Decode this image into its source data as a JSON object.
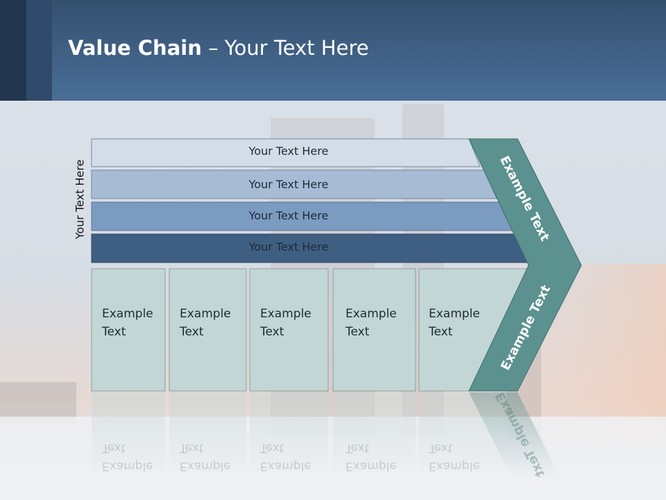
{
  "header": {
    "title_bold": "Value Chain",
    "title_rest": " – Your Text Here"
  },
  "side_label": "Your Text Here",
  "bars": [
    {
      "label": "Your Text Here",
      "color": "#d3dde8"
    },
    {
      "label": "Your Text Here",
      "color": "#a7bbd4"
    },
    {
      "label": "Your Text Here",
      "color": "#7b9bc0"
    },
    {
      "label": "Your Text Here",
      "color": "#3f5f82"
    }
  ],
  "boxes": [
    {
      "line1": "Example",
      "line2": "Text"
    },
    {
      "line1": "Example",
      "line2": "Text"
    },
    {
      "line1": "Example",
      "line2": "Text"
    },
    {
      "line1": "Example",
      "line2": "Text"
    },
    {
      "line1": "Example",
      "line2": "Text"
    }
  ],
  "arrow": {
    "upper_label": "Example Text",
    "lower_label": "Example Text",
    "color": "#5b918f"
  },
  "colors": {
    "header": "#3f5f86",
    "box_fill": "#c2d6d5"
  }
}
